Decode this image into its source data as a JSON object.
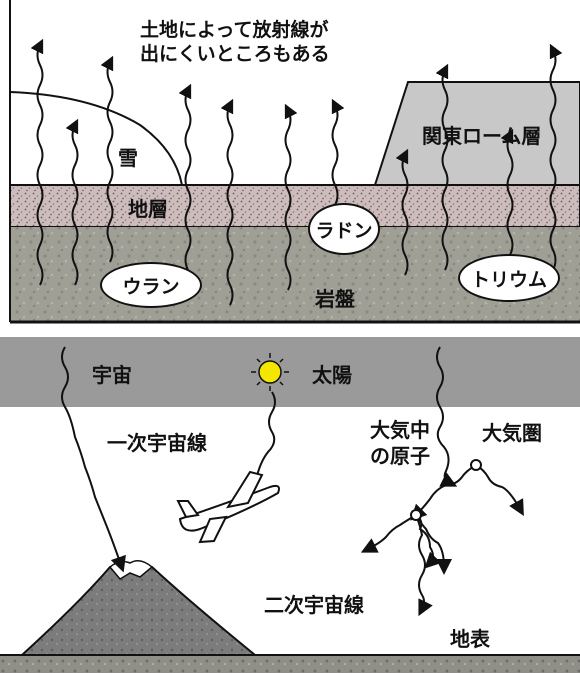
{
  "top_panel": {
    "title_line1": "土地によって放射線が",
    "title_line2": "出にくいところもある",
    "labels": {
      "snow": "雪",
      "stratum": "地層",
      "bedrock": "岩盤",
      "kanto_loam": "関東ローム層"
    },
    "sources": {
      "uranium": "ウラン",
      "radon": "ラドン",
      "thorium": "トリウム"
    }
  },
  "bottom_panel": {
    "labels": {
      "space": "宇宙",
      "sun": "太陽",
      "primary_cosmic_rays": "一次宇宙線",
      "atmosphere": "大気圏",
      "atoms_line1": "大気中",
      "atoms_line2": "の原子",
      "secondary_cosmic_rays": "二次宇宙線",
      "surface": "地表"
    }
  },
  "colors": {
    "sky_gray": "#9a9a9a",
    "bedrock_gray": "#9c9c92",
    "stratum_pink": "#c9b8b8",
    "loam_gray": "#c8c8c8",
    "sun_yellow": "#f5e600",
    "ink": "#111111"
  }
}
